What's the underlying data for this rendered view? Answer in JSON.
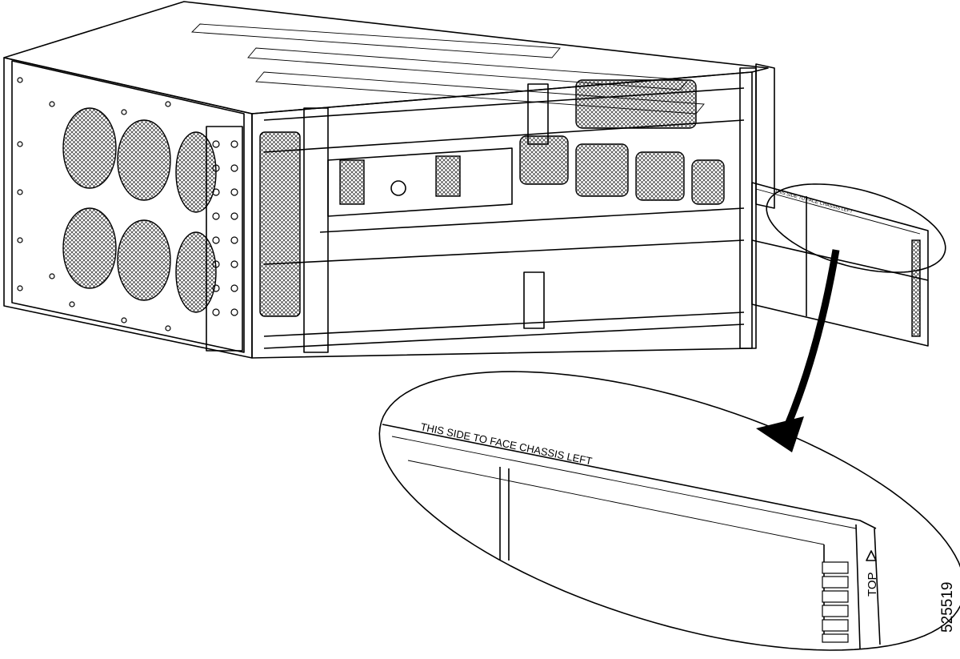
{
  "figure": {
    "filter_label_small": "THIS SIDE TO FACE CHASSIS LEFT",
    "filter_label_detail": "THIS SIDE TO FACE CHASSIS LEFT",
    "top_marking": "TOP",
    "figure_id": "525519"
  }
}
